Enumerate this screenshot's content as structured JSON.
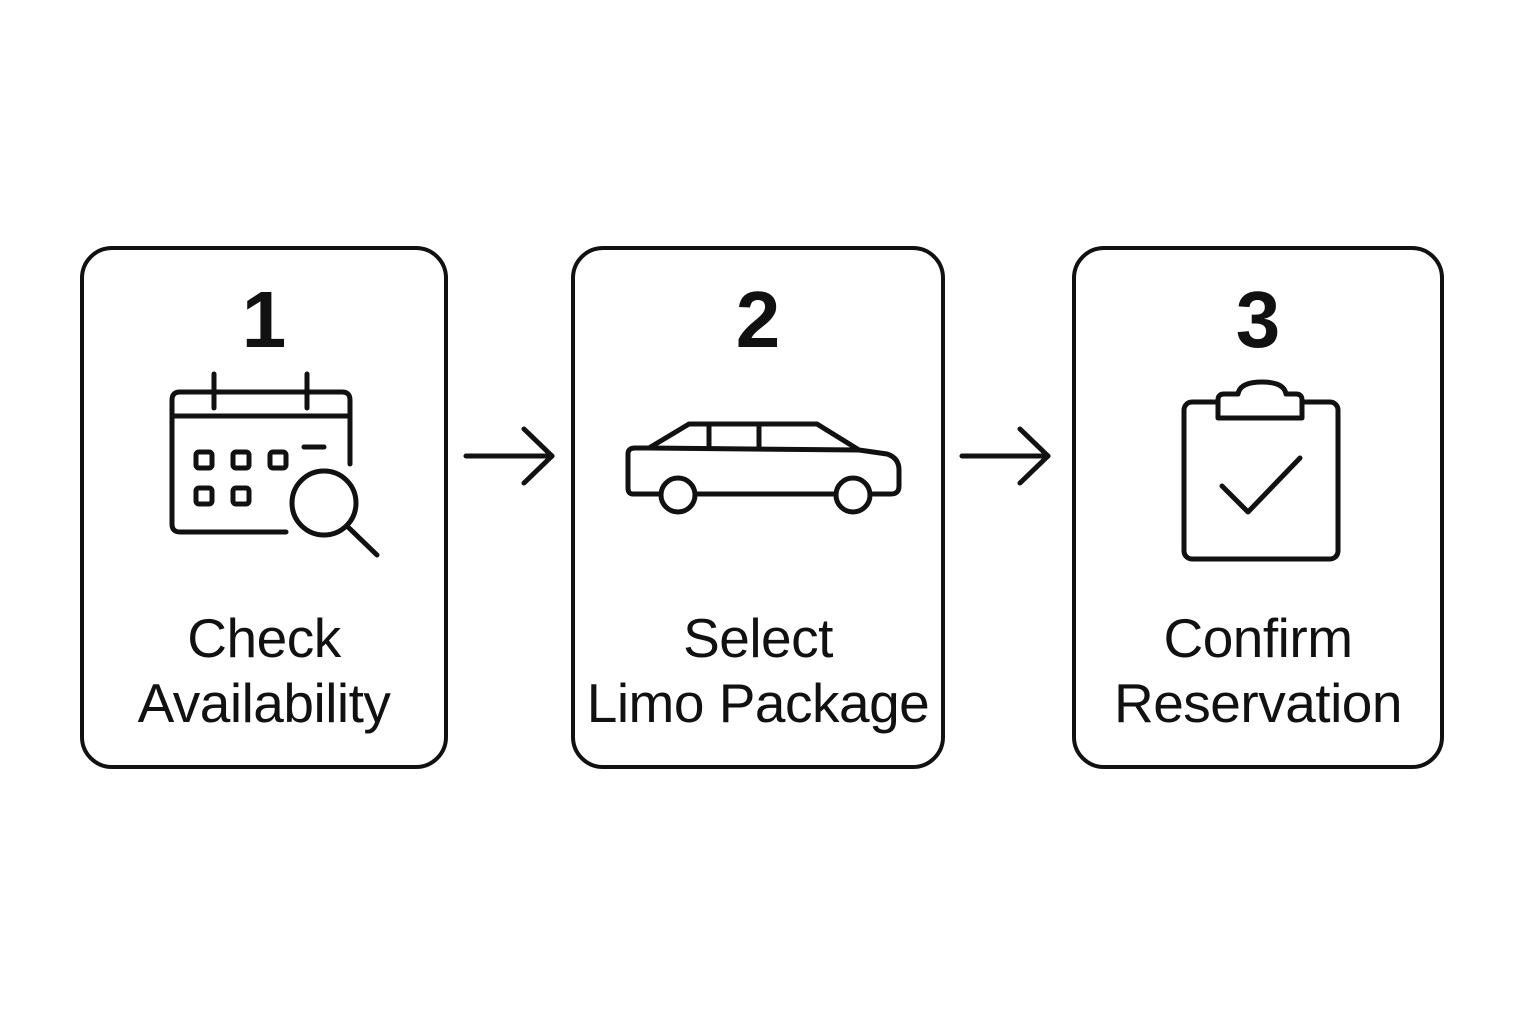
{
  "steps": [
    {
      "number": "1",
      "label_line1": "Check",
      "label_line2": "Availability",
      "icon": "calendar-search-icon"
    },
    {
      "number": "2",
      "label_line1": "Select",
      "label_line2": "Limo Package",
      "icon": "car-icon"
    },
    {
      "number": "3",
      "label_line1": "Confirm",
      "label_line2": "Reservation",
      "icon": "clipboard-check-icon"
    }
  ],
  "connectors": [
    {
      "from": "1",
      "to": "2",
      "icon": "arrow-right-icon"
    },
    {
      "from": "2",
      "to": "3",
      "icon": "arrow-right-icon"
    }
  ],
  "colors": {
    "stroke": "#111111",
    "background": "#ffffff"
  }
}
